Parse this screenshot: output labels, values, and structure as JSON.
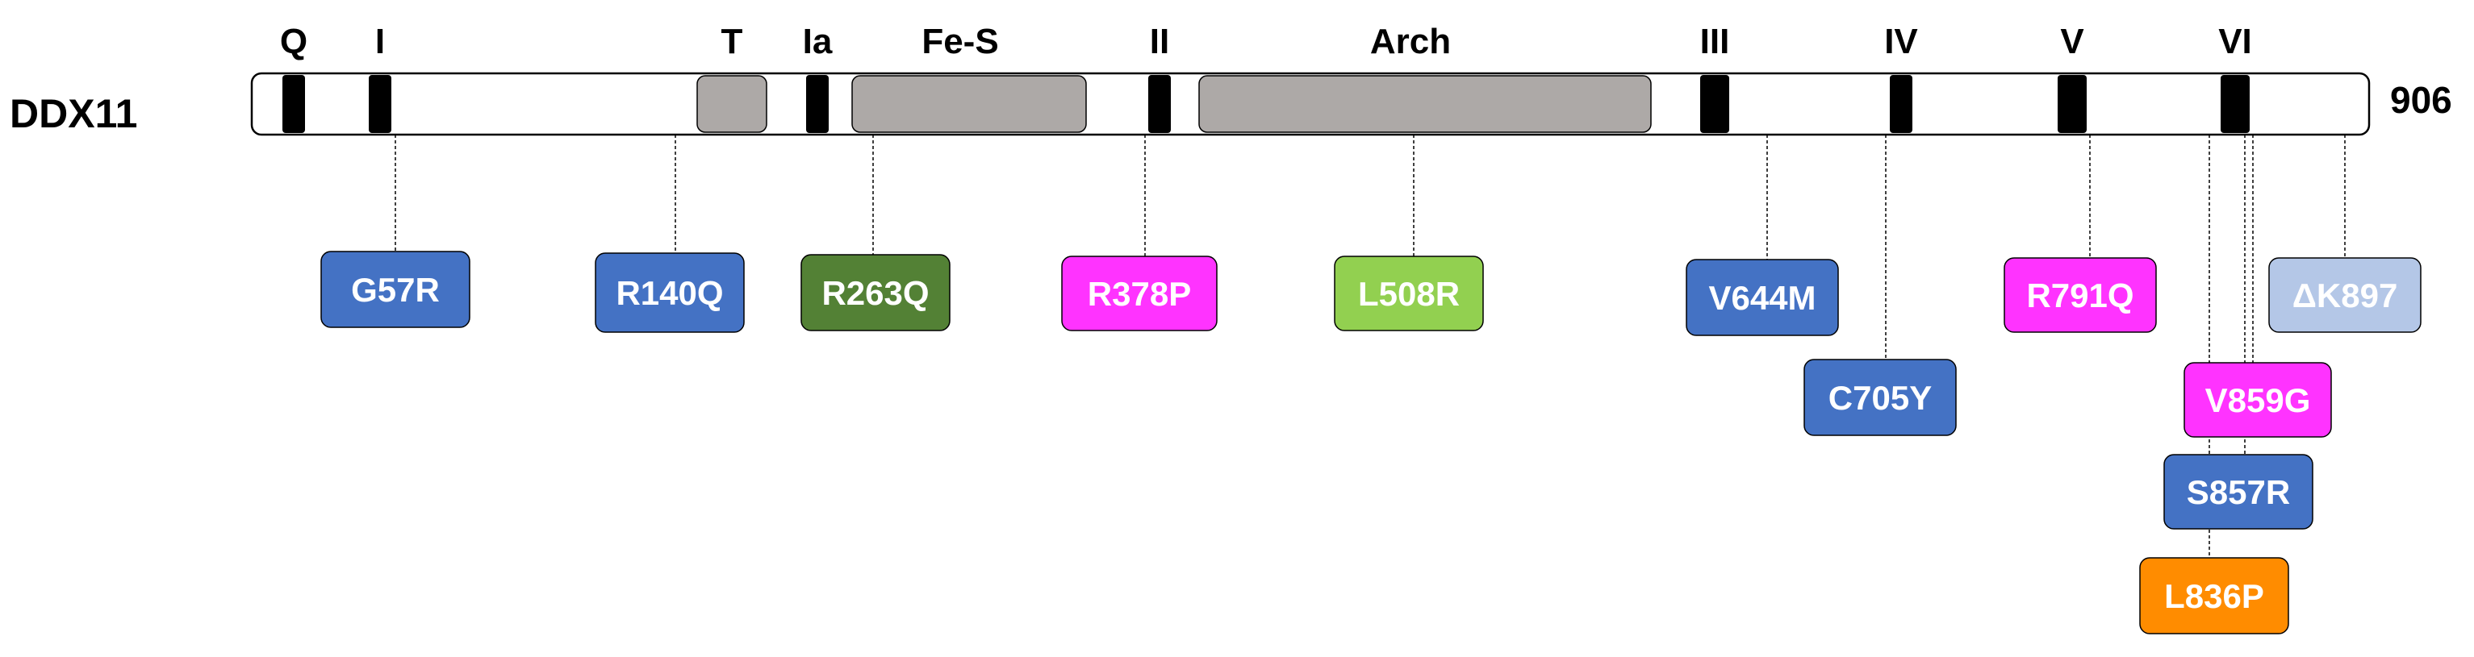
{
  "protein": {
    "name": "DDX11",
    "length_label": "906"
  },
  "motifs": [
    {
      "label": "Q"
    },
    {
      "label": "I"
    },
    {
      "label": "Ia"
    },
    {
      "label": "II"
    },
    {
      "label": "III"
    },
    {
      "label": "IV"
    },
    {
      "label": "V"
    },
    {
      "label": "VI"
    }
  ],
  "domains": [
    {
      "label": "T"
    },
    {
      "label": "Fe-S"
    },
    {
      "label": "Arch"
    }
  ],
  "mutations": [
    {
      "label": "G57R",
      "color": "#4472C4"
    },
    {
      "label": "R140Q",
      "color": "#4472C4"
    },
    {
      "label": "R263Q",
      "color": "#538135"
    },
    {
      "label": "R378P",
      "color": "#FF33FF"
    },
    {
      "label": "L508R",
      "color": "#92D050"
    },
    {
      "label": "V644M",
      "color": "#4472C4"
    },
    {
      "label": "C705Y",
      "color": "#4472C4"
    },
    {
      "label": "R791Q",
      "color": "#FF33FF"
    },
    {
      "label": "V859G",
      "color": "#FF33FF"
    },
    {
      "label": "S857R",
      "color": "#4472C4"
    },
    {
      "label": "L836P",
      "color": "#FF8C00"
    },
    {
      "label": "ΔK897",
      "color": "#B4C7E7"
    }
  ],
  "colors": {
    "motif": "#000000",
    "domain": "#ADA9A7",
    "bar_fill": "#FFFFFF",
    "outline": "#000000",
    "label_text": "#FFFFFF"
  }
}
